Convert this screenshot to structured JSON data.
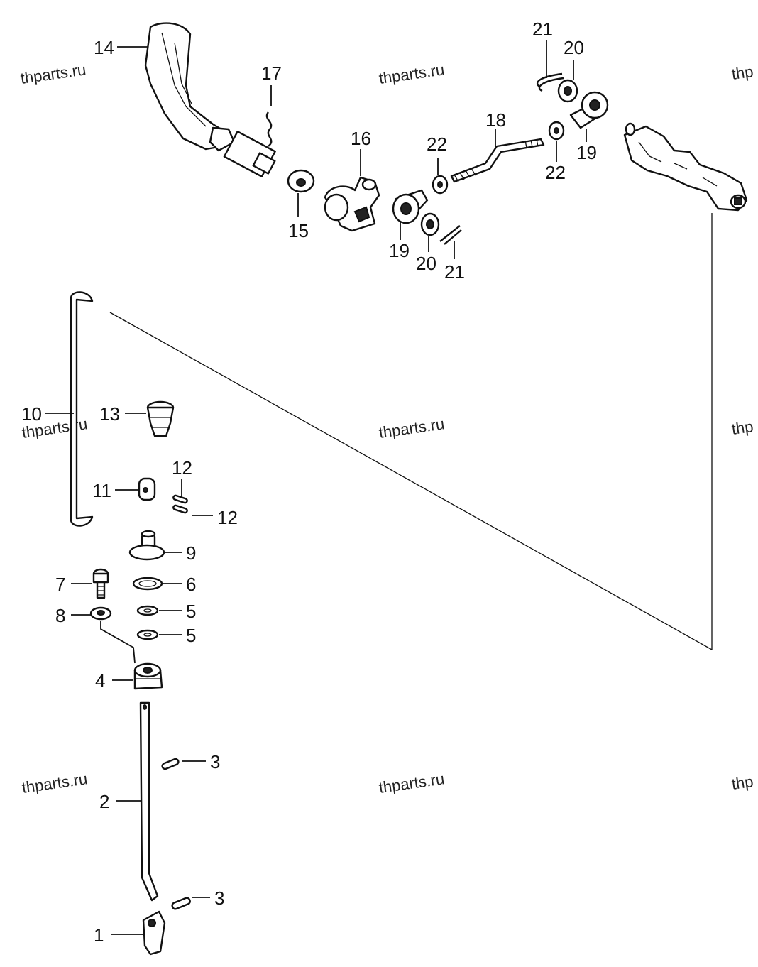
{
  "watermarks": [
    "thparts.ru",
    "thparts.ru",
    "thp",
    "thparts.ru",
    "thparts.ru",
    "thp",
    "thparts.ru",
    "thparts.ru",
    "thp"
  ],
  "callouts": {
    "p1": "1",
    "p2": "2",
    "p3a": "3",
    "p3b": "3",
    "p4": "4",
    "p5a": "5",
    "p5b": "5",
    "p6": "6",
    "p7": "7",
    "p8": "8",
    "p9": "9",
    "p10": "10",
    "p11": "11",
    "p12a": "12",
    "p12b": "12",
    "p13": "13",
    "p14": "14",
    "p15": "15",
    "p16": "16",
    "p17": "17",
    "p18": "18",
    "p19a": "19",
    "p19b": "19",
    "p20a": "20",
    "p20b": "20",
    "p21a": "21",
    "p21b": "21",
    "p22a": "22",
    "p22b": "22"
  }
}
